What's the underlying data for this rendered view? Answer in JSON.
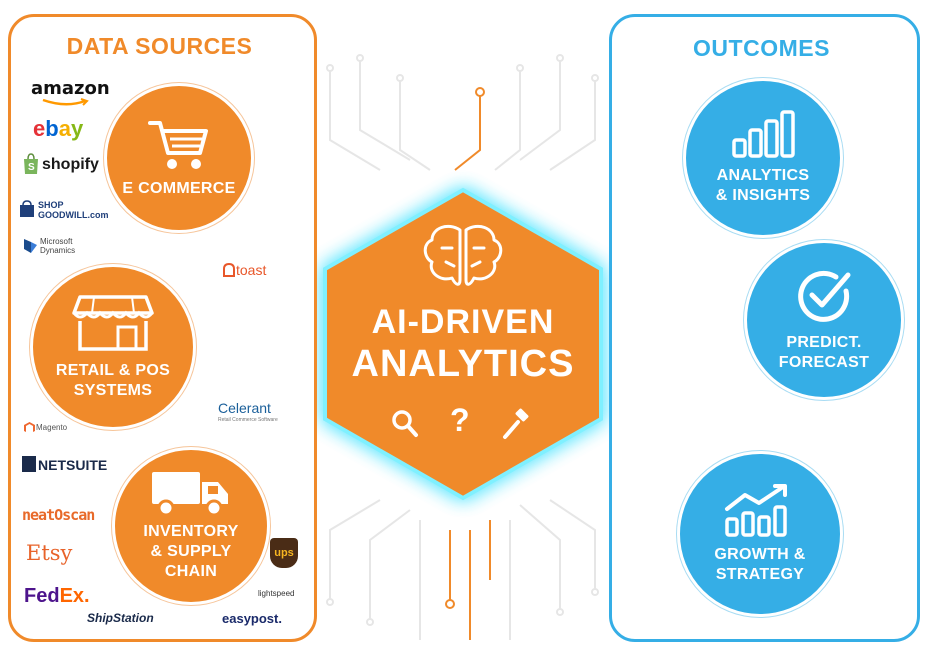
{
  "left_panel": {
    "title": "DATA SOURCES",
    "categories": [
      {
        "label_lines": [
          "E COMMERCE"
        ],
        "icon": "shopping-cart-icon"
      },
      {
        "label_lines": [
          "RETAIL & POS",
          "SYSTEMS"
        ],
        "icon": "storefront-icon"
      },
      {
        "label_lines": [
          "INVENTORY",
          "& SUPPLY",
          "CHAIN"
        ],
        "icon": "delivery-truck-icon"
      }
    ],
    "brands": {
      "amazon": "amazon",
      "ebay": [
        "e",
        "b",
        "a",
        "y"
      ],
      "shopify": "shopify",
      "goodwill": [
        "SHOP",
        "GOODWILL.com"
      ],
      "microsoft_dynamics": [
        "Microsoft",
        "Dynamics"
      ],
      "toast": "toast",
      "celerant": "Celerant",
      "celerant_sub": "Retail Commerce Software",
      "magento": "Magento",
      "netsuite": "NETSUITE",
      "neatoscan": "neatOscan",
      "etsy": "Etsy",
      "fedex": [
        "Fed",
        "Ex",
        "."
      ],
      "ups": "ups",
      "lightspeed": "lightspeed",
      "shipstation": "ShipStation",
      "easypost": "easypost."
    }
  },
  "center": {
    "title_lines": [
      "AI-DRIVEN",
      "ANALYTICS"
    ],
    "icons": [
      "brain-icon",
      "magnifier-icon",
      "question-mark-icon",
      "gavel-icon"
    ],
    "question_glyph": "?"
  },
  "right_panel": {
    "title": "OUTCOMES",
    "items": [
      {
        "label_lines": [
          "ANALYTICS",
          "& INSIGHTS"
        ],
        "icon": "bar-chart-icon"
      },
      {
        "label_lines": [
          "PREDICT.",
          "FORECAST"
        ],
        "icon": "check-circle-icon"
      },
      {
        "label_lines": [
          "GROWTH &",
          "STRATEGY"
        ],
        "icon": "growth-chart-icon"
      }
    ]
  },
  "colors": {
    "orange": "#f08a2a",
    "blue": "#35aee6",
    "glow": "#5fe6ff",
    "circuit": "#e3e3e3"
  }
}
